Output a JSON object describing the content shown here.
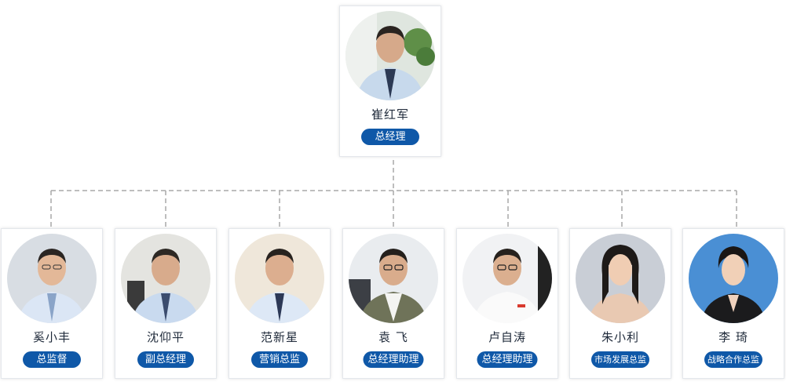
{
  "top": {
    "name": "崔红军",
    "role": "总经理"
  },
  "staff": [
    {
      "name": "奚小丰",
      "role": "总监督"
    },
    {
      "name": "沈仰平",
      "role": "副总经理"
    },
    {
      "name": "范新星",
      "role": "营销总监"
    },
    {
      "name": "袁 飞",
      "role": "总经理助理"
    },
    {
      "name": "卢自涛",
      "role": "总经理助理"
    },
    {
      "name": "朱小利",
      "role": "市场发展总监"
    },
    {
      "name": "李 琦",
      "role": "战略合作总监"
    }
  ],
  "colors": {
    "badge": "#0f58a8",
    "connector": "#aaaaaa",
    "name_text": "#1f2a3a"
  },
  "icons": {
    "portrait": "person-photo-icon"
  }
}
